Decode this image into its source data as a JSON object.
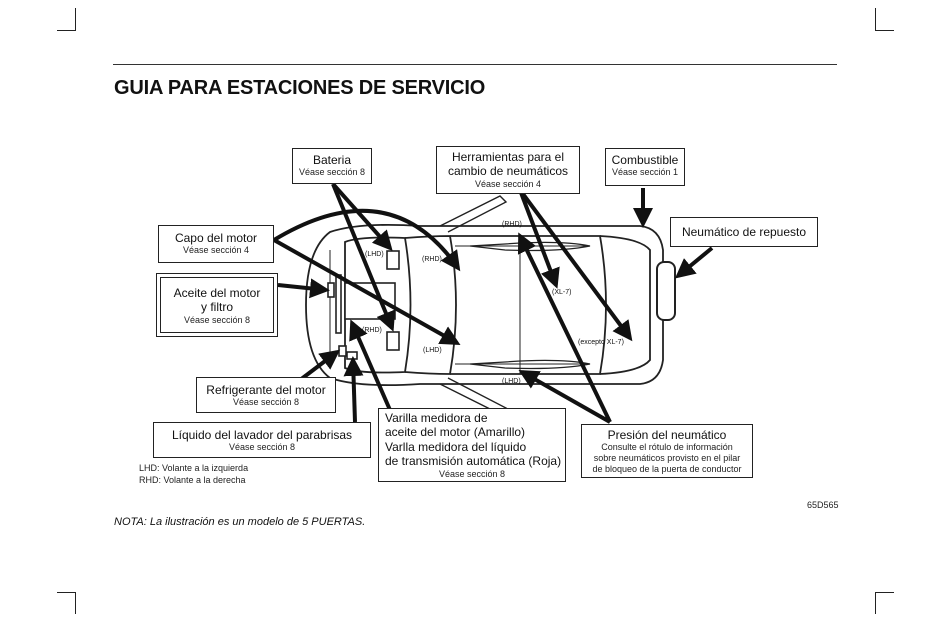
{
  "title": "GUIA PARA ESTACIONES DE SERVICIO",
  "callouts": {
    "bateria": {
      "title": "Bateria",
      "sub": "Véase sección 8"
    },
    "herramientas": {
      "title1": "Herramientas para el",
      "title2": "cambio de neumáticos",
      "sub": "Véase sección 4"
    },
    "combustible": {
      "title": "Combustible",
      "sub": "Véase sección 1"
    },
    "neumatico_repuesto": {
      "title": "Neumático de repuesto"
    },
    "capo": {
      "title": "Capo del motor",
      "sub": "Véase sección 4"
    },
    "aceite": {
      "title1": "Aceite del motor",
      "title2": "y filtro",
      "sub": "Véase sección 8"
    },
    "refrigerante": {
      "title": "Refrigerante del motor",
      "sub": "Véase sección 8"
    },
    "lavador": {
      "title": "Líquido del lavador del parabrisas",
      "sub": "Véase sección 8"
    },
    "varilla": {
      "line1": "Varilla medidora de",
      "line2": "aceite del motor (Amarillo)",
      "line3": "Varlla medidora del líquido",
      "line4": "de transmisión automática (Roja)",
      "sub": "Véase sección 8"
    },
    "presion": {
      "title": "Presión del neumático",
      "sub1": "Consulte el rótulo de información",
      "sub2": "sobre neumáticos provisto en el pilar",
      "sub3": "de bloqueo de la puerta de conductor"
    }
  },
  "diagram_labels": {
    "lhd_1": "(LHD)",
    "rhd_1": "(RHD)",
    "rhd_2": "(RHD)",
    "rhd_3": "(RHD)",
    "lhd_2": "(LHD)",
    "xl7": "(XL-7)",
    "excepto_xl7": "(excepto XL-7)",
    "lhd_3": "(LHD)"
  },
  "legend": {
    "lhd": "LHD: Volante a la izquierda",
    "rhd": "RHD: Volante a la derecha"
  },
  "figure_code": "65D565",
  "note": "NOTA: La ilustración es un modelo de 5 PUERTAS."
}
